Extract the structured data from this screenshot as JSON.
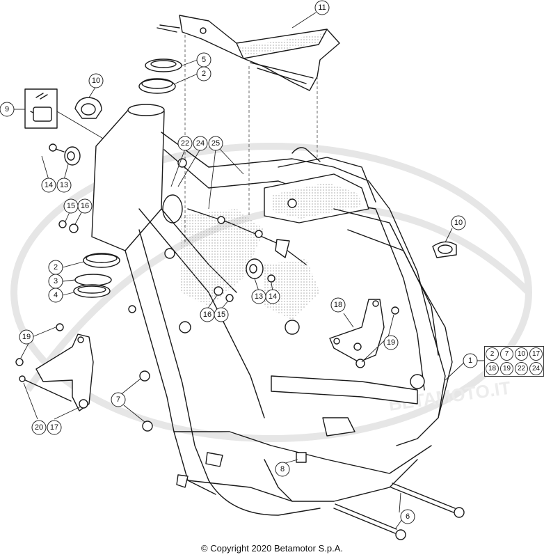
{
  "callouts": {
    "c11": "11",
    "c5": "5",
    "c2a": "2",
    "c10a": "10",
    "c9": "9",
    "c22": "22",
    "c24": "24",
    "c25": "25",
    "c14a": "14",
    "c13a": "13",
    "c15a": "15",
    "c16a": "16",
    "c10b": "10",
    "c2b": "2",
    "c3": "3",
    "c4": "4",
    "c13b": "13",
    "c14b": "14",
    "c16b": "16",
    "c15b": "15",
    "c18": "18",
    "c19a": "19",
    "c19b": "19",
    "c1": "1",
    "c7": "7",
    "c20": "20",
    "c17": "17",
    "c8": "8",
    "c6": "6"
  },
  "kit_numbers": [
    "2",
    "7",
    "10",
    "17",
    "18",
    "19",
    "22",
    "24"
  ],
  "copyright": "© Copyright 2020 Betamotor S.p.A."
}
